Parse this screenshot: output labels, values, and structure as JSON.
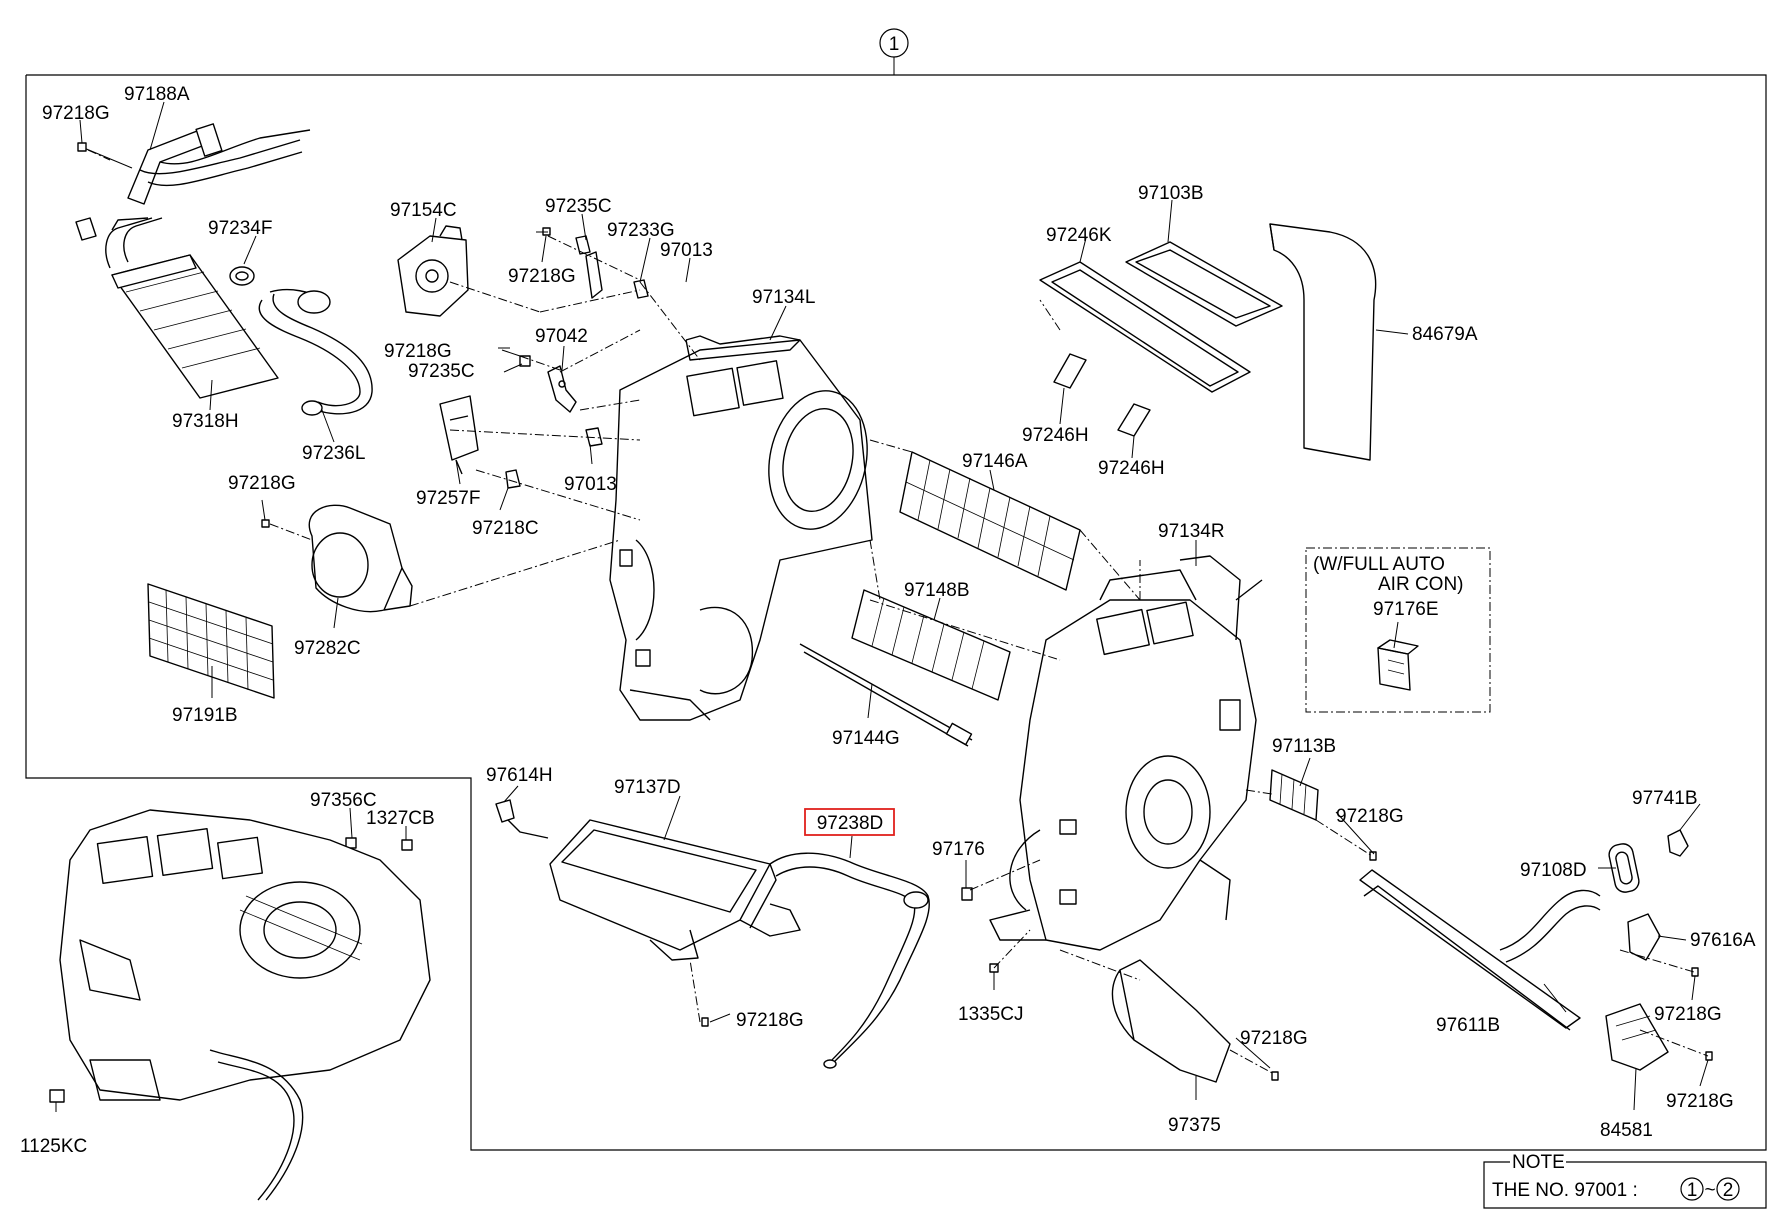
{
  "assembly_marker": "1",
  "highlighted_part": "97238D",
  "callouts": {
    "p97218G_a": "97218G",
    "p97188A": "97188A",
    "p97234F": "97234F",
    "p97318H": "97318H",
    "p97236L": "97236L",
    "p97154C": "97154C",
    "p97235C_a": "97235C",
    "p97233G": "97233G",
    "p97013_a": "97013",
    "p97218G_b": "97218G",
    "p97042": "97042",
    "p97218G_c": "97218G",
    "p97235C_b": "97235C",
    "p97013_b": "97013",
    "p97257F": "97257F",
    "p97218C": "97218C",
    "p97218G_d": "97218G",
    "p97282C": "97282C",
    "p97191B": "97191B",
    "p97134L": "97134L",
    "p97103B": "97103B",
    "p97246K": "97246K",
    "p84679A": "84679A",
    "p97246H_a": "97246H",
    "p97246H_b": "97246H",
    "p97146A": "97146A",
    "p97134R": "97134R",
    "p97148B": "97148B",
    "p97144G": "97144G",
    "p97113B": "97113B",
    "p97218G_e": "97218G",
    "p97614H": "97614H",
    "p97137D": "97137D",
    "p97238D": "97238D",
    "p97176": "97176",
    "p97218G_f": "97218G",
    "p1335CJ": "1335CJ",
    "p97218G_g": "97218G",
    "p97375": "97375",
    "p97741B": "97741B",
    "p97108D": "97108D",
    "p97616A": "97616A",
    "p97218G_h": "97218G",
    "p97611B": "97611B",
    "p97218G_i": "97218G",
    "p84581": "84581",
    "p97356C": "97356C",
    "p1327CB": "1327CB",
    "p1125KC": "1125KC"
  },
  "option_box": {
    "line1": "(W/FULL AUTO",
    "line2": "AIR CON)",
    "part": "97176E"
  },
  "note": {
    "title": "NOTE",
    "text": "THE NO. 97001 :",
    "from": "1",
    "sep": "~",
    "to": "2"
  }
}
